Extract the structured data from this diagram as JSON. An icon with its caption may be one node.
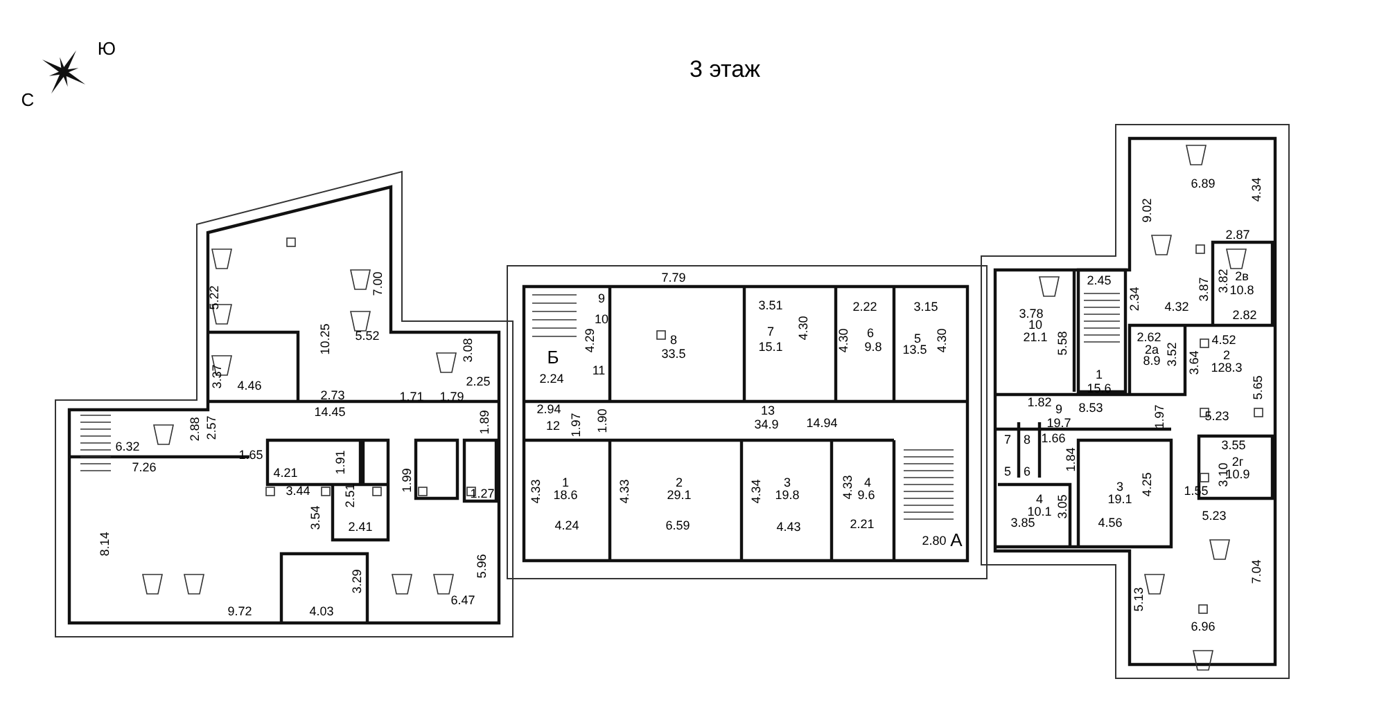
{
  "diagram": {
    "title": "3 этаж",
    "labels": [
      "С",
      "Ю",
      "5.22",
      "10.25",
      "7.00",
      "5.52",
      "3.08",
      "3.37",
      "4.46",
      "2.73",
      "1.71",
      "1.79",
      "2.25",
      "14.45",
      "2.88",
      "2.57",
      "1.89",
      "6.32",
      "1.65",
      "1.91",
      "7.26",
      "4.21",
      "1.99",
      "3.44",
      "2.51",
      "1.27",
      "3.54",
      "2.41",
      "8.14",
      "5.96",
      "3.29",
      "6.47",
      "9.72",
      "4.03",
      "7.79",
      "9",
      "3.51",
      "2.22",
      "3.15",
      "10",
      "7",
      "6",
      "5",
      "4.29",
      "8",
      "4.30",
      "4.30",
      "4.30",
      "Б",
      "33.5",
      "15.1",
      "9.8",
      "13.5",
      "2.24",
      "11",
      "2.94",
      "12",
      "1.97",
      "1.90",
      "13",
      "34.9",
      "14.94",
      "1",
      "2",
      "3",
      "4",
      "4.33",
      "4.33",
      "4.34",
      "4.33",
      "18.6",
      "29.1",
      "19.8",
      "9.6",
      "4.24",
      "6.59",
      "4.43",
      "2.21",
      "2.80",
      "А",
      "6.89",
      "4.34",
      "9.02",
      "2.87",
      "2.45",
      "2в",
      "3.87",
      "3.82",
      "10.8",
      "3.78",
      "2.34",
      "4.32",
      "2.82",
      "10",
      "21.1",
      "2.62",
      "4.52",
      "5.58",
      "2а",
      "3.52",
      "2",
      "8.9",
      "3.64",
      "128.3",
      "1",
      "5.65",
      "15.6",
      "1.82",
      "9",
      "8.53",
      "1.97",
      "5.23",
      "19.7",
      "7",
      "8",
      "1.66",
      "3.55",
      "1.84",
      "2г",
      "5",
      "6",
      "3.10",
      "10.9",
      "3",
      "4.25",
      "1.55",
      "4",
      "19.1",
      "3.05",
      "10.1",
      "5.23",
      "3.85",
      "4.56",
      "7.04",
      "5.13",
      "6.96"
    ]
  }
}
